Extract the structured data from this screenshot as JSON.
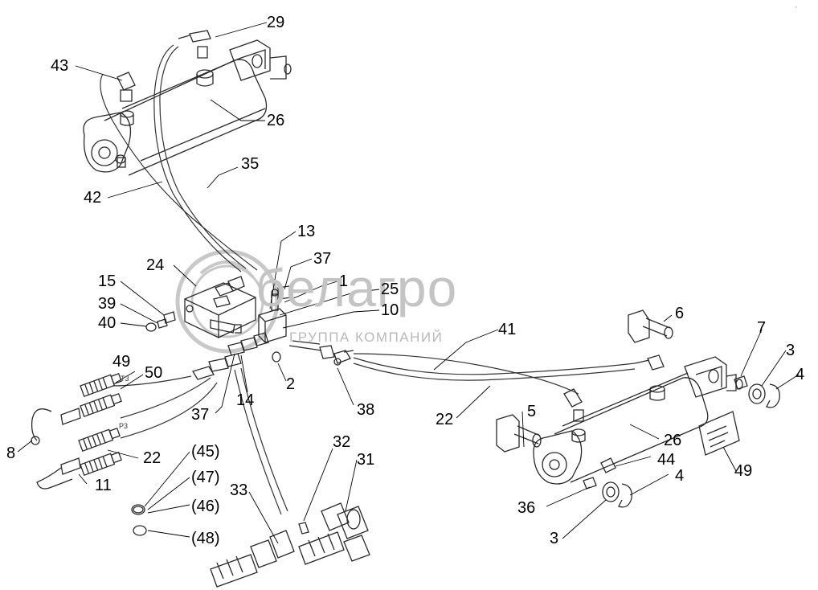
{
  "watermark": {
    "brand": "белагро",
    "subtitle": "ГРУППА КОМПАНИЙ"
  },
  "corner_mark": "᷊ ᷊᷊",
  "connector_tags": {
    "t3": "T3",
    "p3": "P3"
  },
  "callouts": {
    "c29": "29",
    "c43": "43",
    "c26a": "26",
    "c35": "35",
    "c42": "42",
    "c13": "13",
    "c37a": "37",
    "c24": "24",
    "c1": "1",
    "c15": "15",
    "c25": "25",
    "c39": "39",
    "c10": "10",
    "c40": "40",
    "c41": "41",
    "c6": "6",
    "c7": "7",
    "c3a": "3",
    "c4a": "4",
    "c49a": "49",
    "c50": "50",
    "c2": "2",
    "c14": "14",
    "c37b": "37",
    "c38": "38",
    "c22a": "22",
    "c5": "5",
    "c26b": "26",
    "c49b": "49",
    "c8": "8",
    "c22b": "22",
    "c11": "11",
    "c44": "44",
    "c4b": "4",
    "c36": "36",
    "c3b": "3",
    "c45": "(45)",
    "c47": "(47)",
    "c46": "(46)",
    "c48": "(48)",
    "c32": "32",
    "c31": "31",
    "c33": "33"
  },
  "colors": {
    "ink": "#000000",
    "line": "#2a2a2a",
    "watermark": "#c4c4c4"
  }
}
